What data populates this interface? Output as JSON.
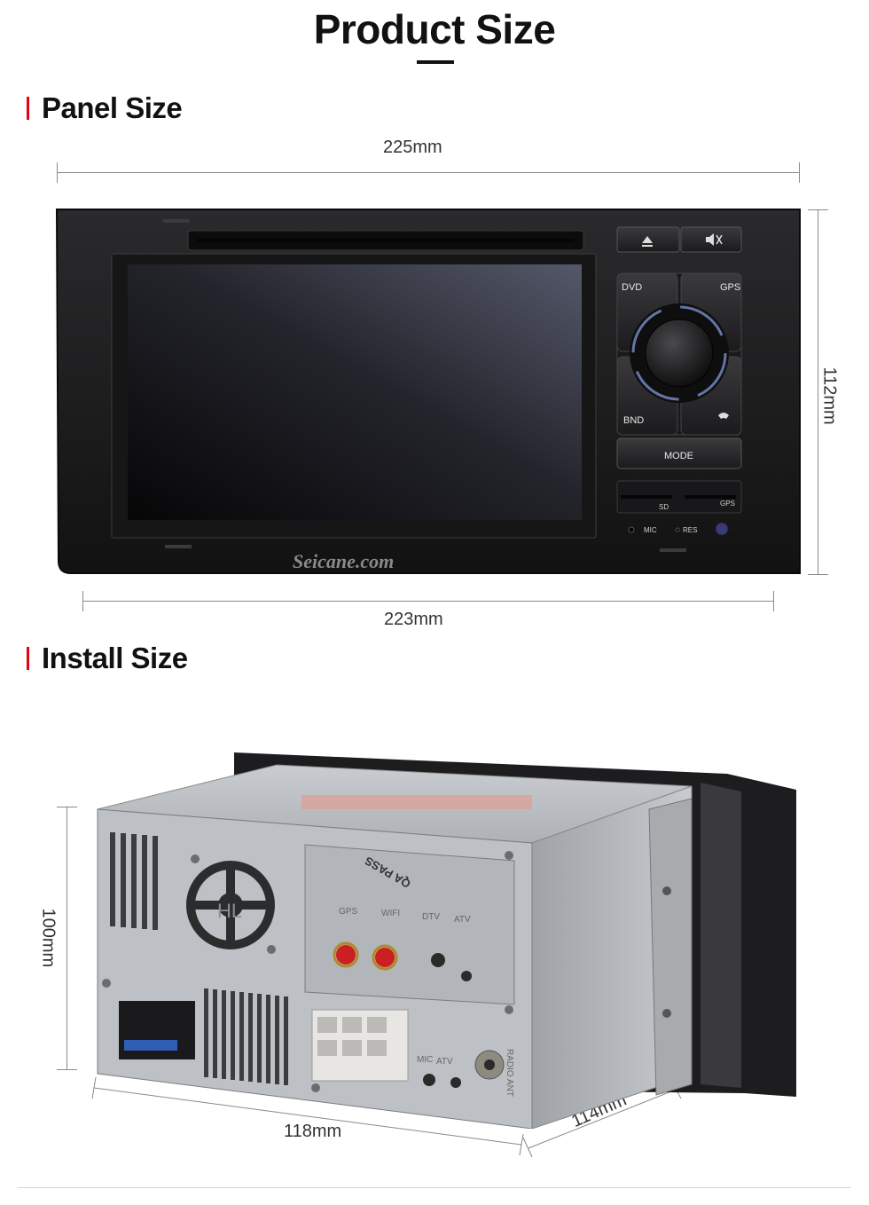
{
  "page": {
    "title": "Product Size"
  },
  "panel_section": {
    "heading": "Panel Size",
    "top_width": "225mm",
    "right_height": "112mm",
    "bottom_width": "223mm"
  },
  "install_section": {
    "heading": "Install Size",
    "left_height": "100mm",
    "bottom_width": "118mm",
    "depth": "114mm"
  },
  "device_labels": {
    "dvd": "DVD",
    "gps": "GPS",
    "bnd": "BND",
    "mode": "MODE",
    "sd": "SD",
    "gps_slot": "GPS",
    "mic": "MIC",
    "res": "RES",
    "watermark": "Seicane.com"
  },
  "rear_labels": {
    "qa_pass": "QA PASS",
    "gps": "GPS",
    "wifi": "WIFI",
    "dtv": "DTV",
    "atv": "ATV",
    "mic": "MIC",
    "atv2": "ATV",
    "radio_ant": "RADIO ANT",
    "fan": "HL"
  },
  "colors": {
    "accent": "#e60012",
    "dimension_line": "#8a8a8a",
    "panel": "#1c1c1e",
    "chassis": "#b9bcc0"
  },
  "icons": {
    "eject": "eject-icon",
    "mute": "mute-icon",
    "phone": "phone-icon",
    "fan": "fan-icon"
  }
}
